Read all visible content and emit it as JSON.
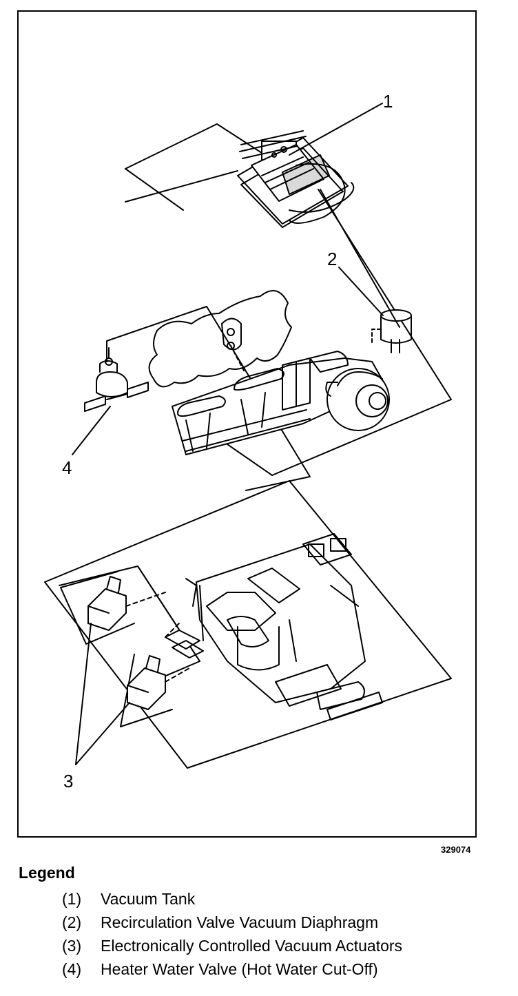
{
  "figure": {
    "id": "329074",
    "callouts": [
      "1",
      "2",
      "3",
      "4"
    ]
  },
  "legend": {
    "title": "Legend",
    "items": [
      {
        "num": "(1)",
        "label": "Vacuum Tank"
      },
      {
        "num": "(2)",
        "label": "Recirculation Valve Vacuum Diaphragm"
      },
      {
        "num": "(3)",
        "label": "Electronically Controlled Vacuum Actuators"
      },
      {
        "num": "(4)",
        "label": "Heater Water Valve (Hot Water Cut-Off)"
      }
    ]
  }
}
